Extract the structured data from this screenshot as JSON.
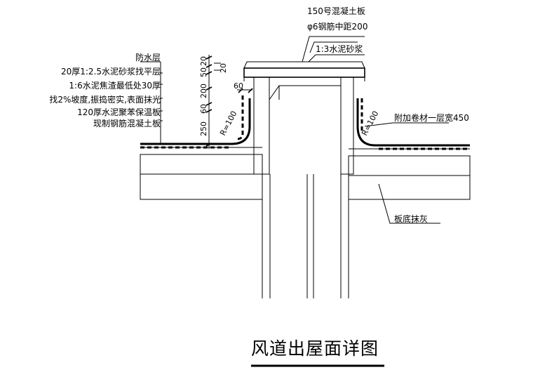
{
  "title": "风道出屋面详图",
  "cap": {
    "slab": "150号混凝土板",
    "rebar": "φ6钢筋中距200",
    "mortar": "1:3水泥砂浆"
  },
  "layers": {
    "waterproof": "防水层",
    "leveling": "20厚1:2.5水泥砂浆找平层",
    "slag": "1:6水泥焦渣最低处30厚",
    "slope": "找2%坡度,振捣密实,表面抹光",
    "insulation": "120厚水泥聚苯保温板",
    "slab": "现制钢筋混凝土板"
  },
  "dims": {
    "d20a": "20",
    "d20b": "20",
    "d50": "50",
    "d200": "200",
    "d60": "60",
    "d250": "250",
    "d60_side": "60"
  },
  "radius_left": "R=100",
  "radius_right": "R=100",
  "extra_felt": "附加卷材一层宽450",
  "ceiling_plaster": "板底抹灰"
}
